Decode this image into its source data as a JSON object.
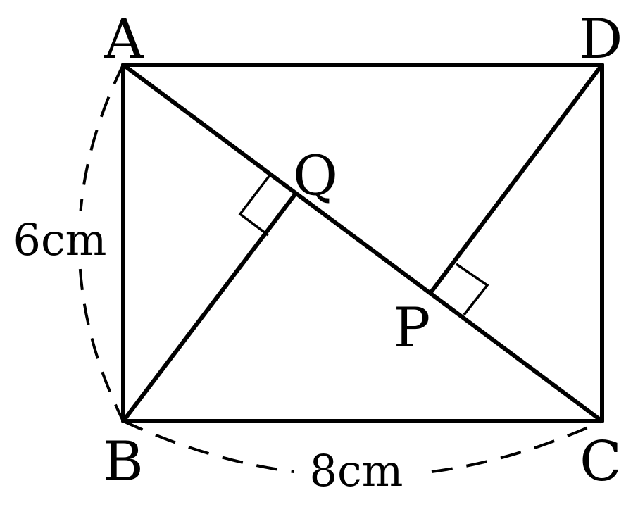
{
  "figure": {
    "vertices": {
      "a": "A",
      "b": "B",
      "c": "C",
      "d": "D",
      "p": "P",
      "q": "Q"
    },
    "measurements": {
      "side_ab": "6cm",
      "side_bc": "8cm"
    },
    "colors": {
      "stroke": "#000000",
      "background": "#ffffff"
    }
  }
}
